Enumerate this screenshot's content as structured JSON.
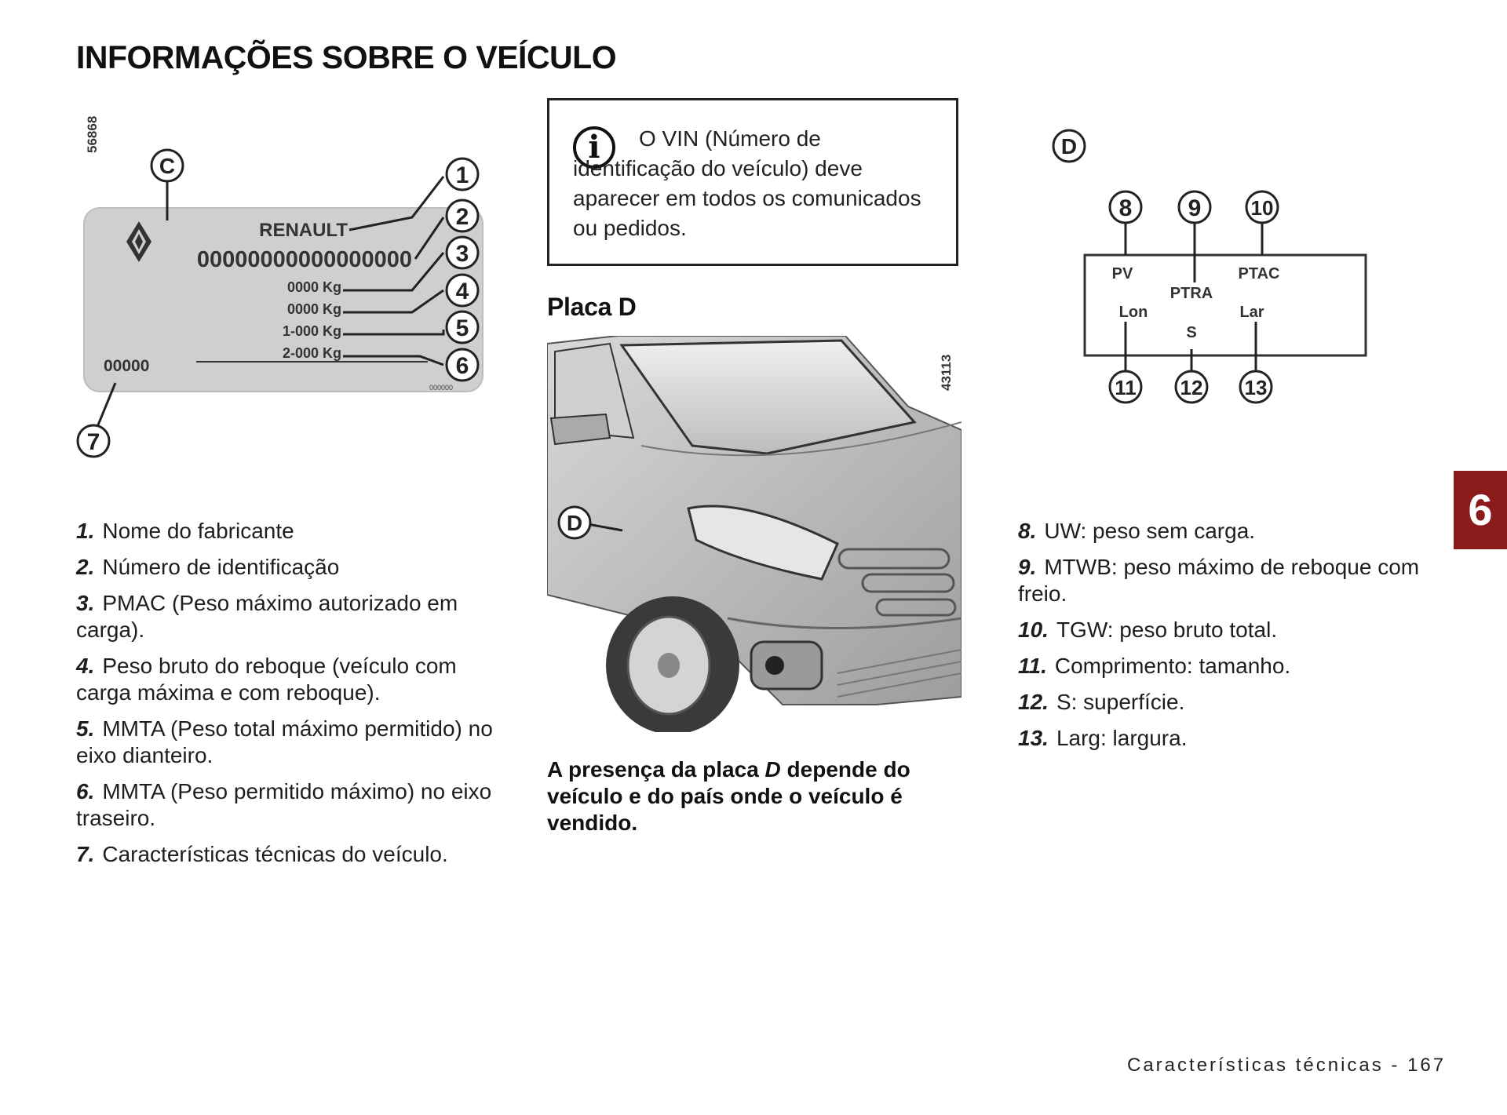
{
  "page": {
    "title": "INFORMAÇÕES SOBRE O VEÍCULO",
    "chapter_number": "6",
    "footer": "Características técnicas - 167"
  },
  "plate_figure": {
    "figure_code": "56868",
    "callout_c": "C",
    "brand": "RENAULT",
    "vin": "00000000000000000",
    "weight_1": "0000 Kg",
    "weight_2": "0000 Kg",
    "weight_3": "1-000 Kg",
    "weight_4": "2-000 Kg",
    "bottom_left_code": "00000",
    "small_code": "000000",
    "callouts": [
      "1",
      "2",
      "3",
      "4",
      "5",
      "6",
      "7"
    ]
  },
  "left_list": [
    {
      "num": "1.",
      "text": "Nome do fabricante"
    },
    {
      "num": "2.",
      "text": "Número de identificação"
    },
    {
      "num": "3.",
      "text": "PMAC (Peso máximo autorizado em carga)."
    },
    {
      "num": "4.",
      "text": "Peso bruto do reboque (veículo com carga máxima e com reboque)."
    },
    {
      "num": "5.",
      "text": "MMTA (Peso total máximo permitido) no eixo dianteiro."
    },
    {
      "num": "6.",
      "text": "MMTA (Peso permitido máximo) no eixo traseiro."
    },
    {
      "num": "7.",
      "text": "Características técnicas do veículo."
    }
  ],
  "info_box": {
    "icon": "info-icon",
    "text": "O VIN (Número de identificação do veículo) deve aparecer em todos os comunicados ou pedidos."
  },
  "placa_d": {
    "heading": "Placa D",
    "figure_code": "43113",
    "callout_d": "D",
    "note_before": "A presença da placa ",
    "note_italic": "D",
    "note_after": " depende do veículo e do país onde o veículo é vendido."
  },
  "d_figure": {
    "callout_d": "D",
    "top_callouts": [
      "8",
      "9",
      "10"
    ],
    "bottom_callouts": [
      "11",
      "12",
      "13"
    ],
    "labels": {
      "pv": "PV",
      "ptra": "PTRA",
      "ptac": "PTAC",
      "lon": "Lon",
      "s": "S",
      "lar": "Lar"
    }
  },
  "right_list": [
    {
      "num": "8.",
      "text": "UW: peso sem carga."
    },
    {
      "num": "9.",
      "text": "MTWB: peso máximo de reboque com freio."
    },
    {
      "num": "10.",
      "text": "TGW: peso bruto total."
    },
    {
      "num": "11.",
      "text": "Comprimento: tamanho."
    },
    {
      "num": "12.",
      "text": "S: superfície."
    },
    {
      "num": "13.",
      "text": "Larg: largura."
    }
  ],
  "colors": {
    "chapter_tab": "#8b1a1a",
    "plate_fill": "#cfcfcf"
  }
}
